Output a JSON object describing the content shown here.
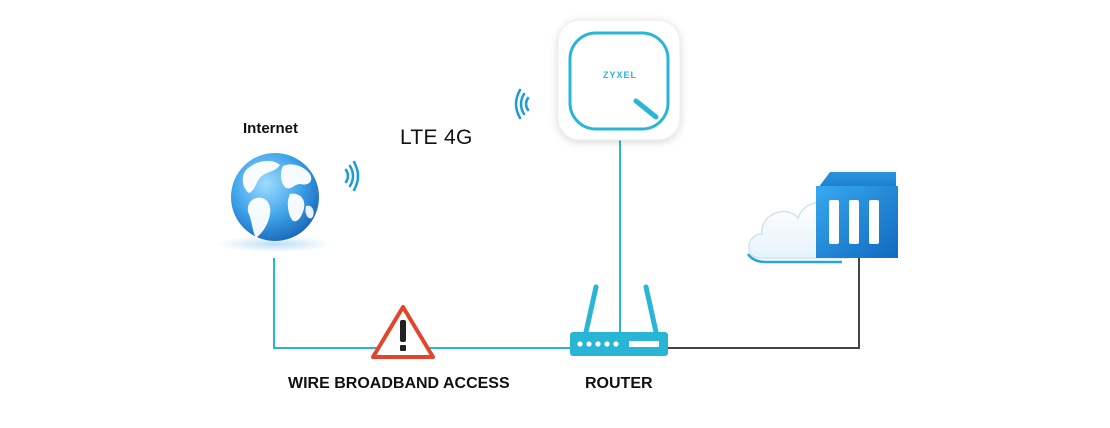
{
  "labels": {
    "internet": "Internet",
    "lte": "LTE 4G",
    "wire": "WIRE BROADBAND ACCESS",
    "router": "ROUTER",
    "brand": "ZYXEL"
  },
  "icons": {
    "globe": "globe-icon",
    "lte_device": "lte-gateway-device",
    "warning": "warning-icon",
    "router": "router-icon",
    "cloud_storage": "cloud-storage-icon",
    "signal_left": "wireless-signal-icon",
    "signal_right": "wireless-signal-icon"
  },
  "colors": {
    "link_cyan": "#29b6d6",
    "link_dark": "#444444",
    "warning_red": "#e1462c",
    "storage_blue": "#1a8fd8",
    "text": "#111111"
  }
}
